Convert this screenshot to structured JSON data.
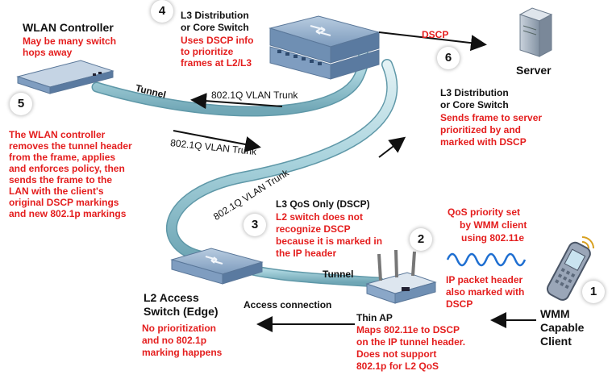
{
  "labels": {
    "wlan_controller": "WLAN Controller",
    "wlan_controller_note": [
      "May be many switch",
      "hops away"
    ],
    "l3_top_title": [
      "L3 Distribution",
      "or Core Switch"
    ],
    "l3_top_note": [
      "Uses DSCP info",
      "to prioritize",
      "frames at L2/L3"
    ],
    "dscp": "DSCP",
    "server": "Server",
    "l3_right_title": [
      "L3 Distribution",
      "or Core Switch"
    ],
    "l3_right_note": [
      "Sends frame to server",
      "prioritized by and",
      "marked with DSCP"
    ],
    "tunnel_top": "Tunnel",
    "trunk_upper": "802.1Q VLAN Trunk",
    "trunk_lower": "802.1Q VLAN Trunk",
    "trunk_diag": "802.1Q VLAN Trunk",
    "step5_note": [
      "The WLAN controller",
      "removes the tunnel header",
      "from the frame, applies",
      "and enforces policy, then",
      "sends the frame to the",
      "LAN with the client's",
      "original DSCP markings",
      "and new 802.1p markings"
    ],
    "l3_qos_title": "L3 QoS Only (DSCP)",
    "l3_qos_note": [
      "L2 switch does not",
      "recognize DSCP",
      "because it is marked in",
      "the IP header"
    ],
    "qos_priority": [
      "QoS priority set",
      "by WMM client",
      "using 802.11e"
    ],
    "ip_packet": [
      "IP packet header",
      "also marked with",
      "DSCP"
    ],
    "tunnel_bottom": "Tunnel",
    "l2_access": [
      "L2 Access",
      "Switch (Edge)"
    ],
    "access_connection": "Access connection",
    "no_prioritization": [
      "No prioritization",
      "and no 802.1p",
      "marking happens"
    ],
    "thin_ap": "Thin AP",
    "thin_ap_note": [
      "Maps 802.11e to DSCP",
      "on the IP tunnel header.",
      "Does not support",
      "802.1p for L2 QoS"
    ],
    "wmm": [
      "WMM",
      "Capable",
      "Client"
    ]
  },
  "steps": [
    "1",
    "2",
    "3",
    "4",
    "5",
    "6"
  ],
  "colors": {
    "annotation_red": "#e41e1e",
    "tube": "#a9d3dd",
    "switch_blue": "#8aa7c8",
    "wave": "#1f6fd1"
  },
  "icons": [
    "switch-icon",
    "wlan-controller-icon",
    "server-icon",
    "access-point-icon",
    "phone-icon",
    "wave-icon"
  ]
}
